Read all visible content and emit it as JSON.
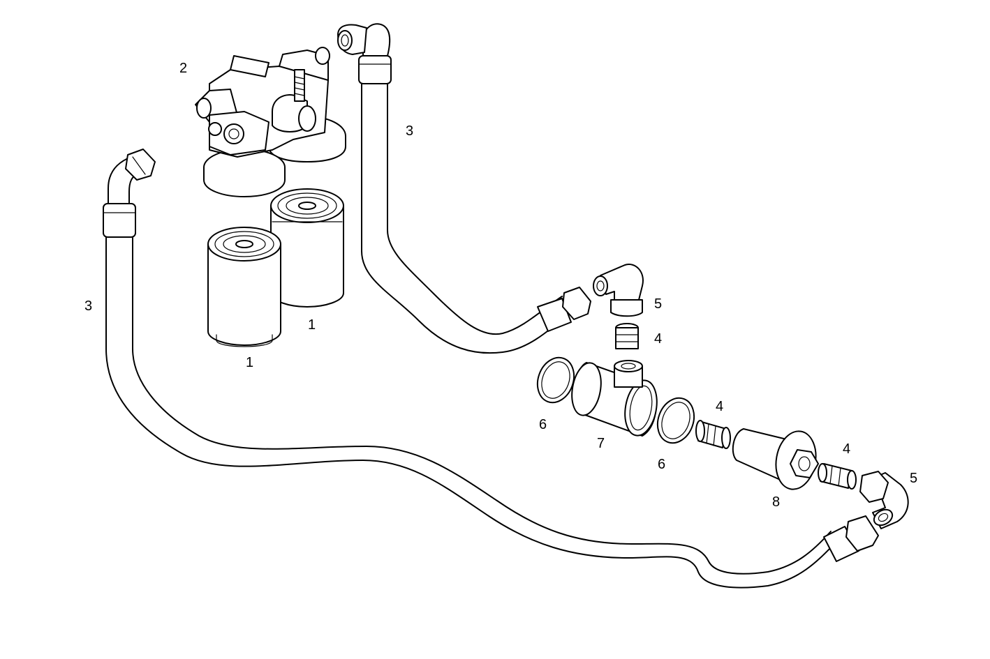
{
  "callouts": {
    "filter_1a": "1",
    "filter_1b": "1",
    "filter_head_2": "2",
    "hose_3_left": "3",
    "hose_3_top": "3",
    "adapter_4_top": "4",
    "adapter_4_mid": "4",
    "adapter_4_right": "4",
    "elbow_5_top": "5",
    "elbow_5_right": "5",
    "seal_6_left": "6",
    "seal_6_right": "6",
    "tee_7": "7",
    "plug_8": "8"
  }
}
